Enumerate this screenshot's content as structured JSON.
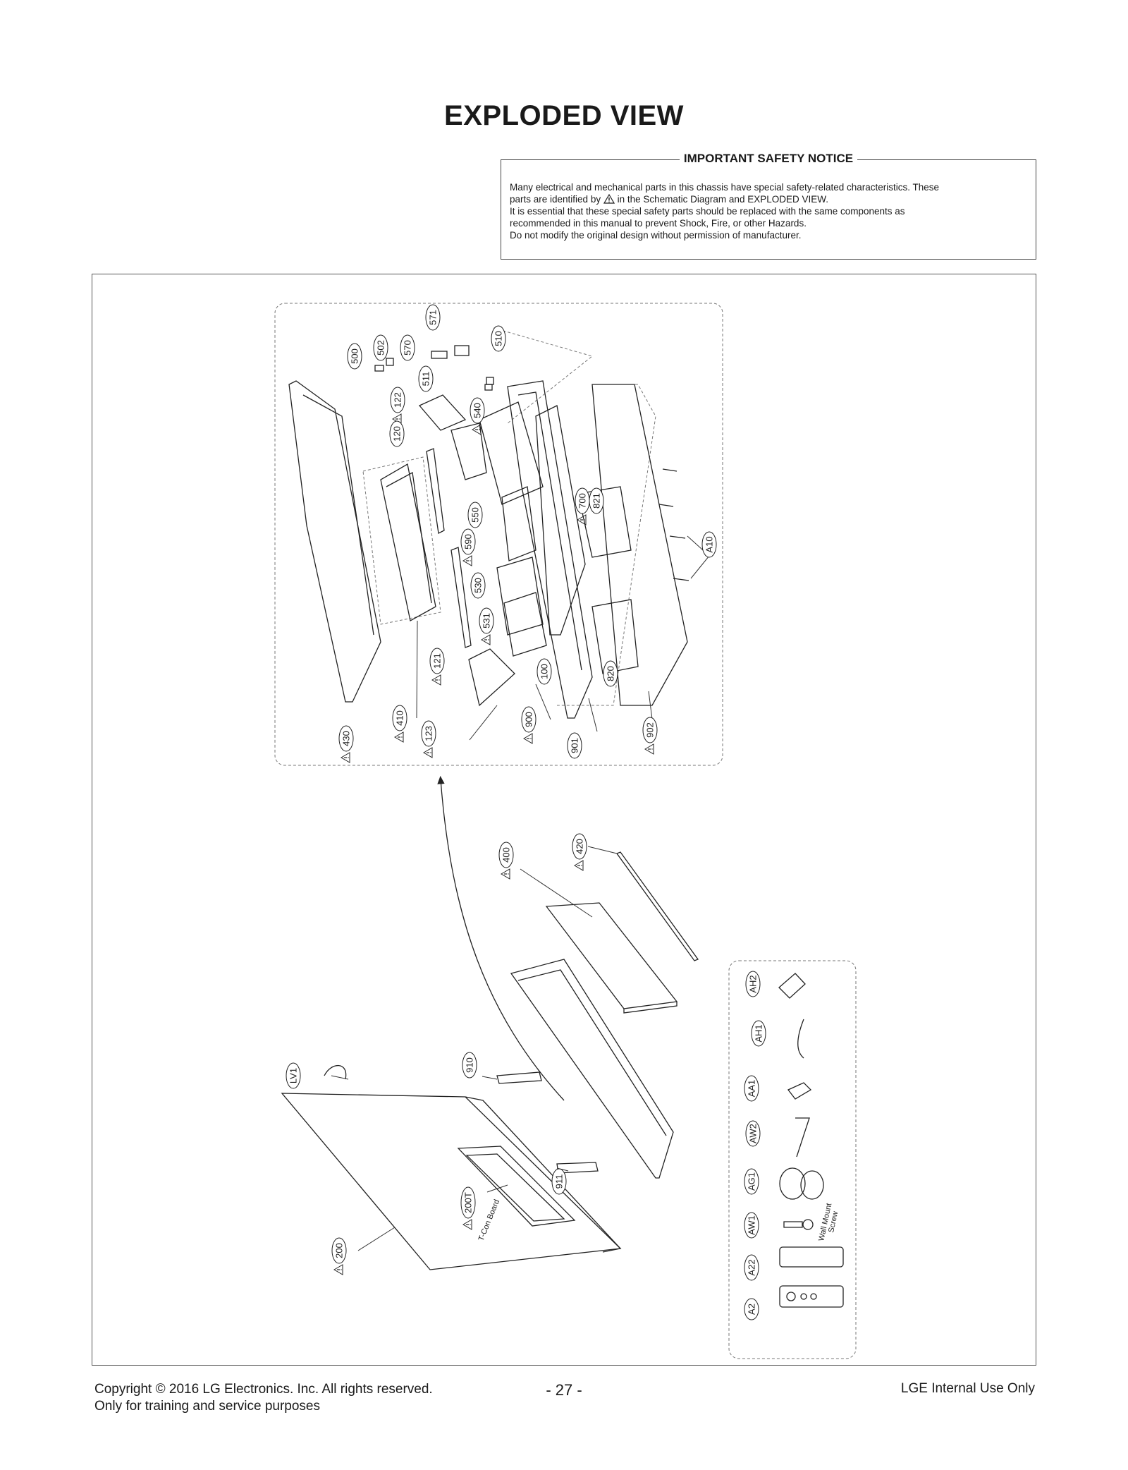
{
  "page": {
    "title": "EXPLODED VIEW",
    "notice": {
      "title": "IMPORTANT SAFETY NOTICE",
      "line1": "Many electrical and mechanical parts in this chassis have special safety-related characteristics. These",
      "line2_before": "parts are identified by",
      "line2_after": "in the Schematic Diagram and EXPLODED VIEW.",
      "line3": "It is essential that these special safety parts should be replaced with the same components as",
      "line4": "recommended in this manual to prevent Shock, Fire, or other Hazards.",
      "line5": "Do not modify the original design without permission of manufacturer."
    },
    "footer": {
      "copyright": "Copyright  © 2016 LG Electronics. Inc. All rights reserved.",
      "training": "Only for training and service purposes",
      "page_number": "- 27 -",
      "internal": "LGE Internal Use Only"
    }
  },
  "diagram": {
    "warning_icon": "warning-triangle-icon",
    "inline_text": {
      "tcon": "T-Con Board",
      "wall_mount_1": "Wall Mount",
      "wall_mount_2": "Screw"
    },
    "labels": [
      {
        "id": "500",
        "warn": false
      },
      {
        "id": "502",
        "warn": false
      },
      {
        "id": "570",
        "warn": false
      },
      {
        "id": "571",
        "warn": false
      },
      {
        "id": "510",
        "warn": false
      },
      {
        "id": "511",
        "warn": false
      },
      {
        "id": "122",
        "warn": true
      },
      {
        "id": "540",
        "warn": true
      },
      {
        "id": "120",
        "warn": false
      },
      {
        "id": "550",
        "warn": false
      },
      {
        "id": "700",
        "warn": true
      },
      {
        "id": "821",
        "warn": false
      },
      {
        "id": "590",
        "warn": true
      },
      {
        "id": "A10",
        "warn": false
      },
      {
        "id": "530",
        "warn": false
      },
      {
        "id": "531",
        "warn": true
      },
      {
        "id": "121",
        "warn": true
      },
      {
        "id": "100",
        "warn": false
      },
      {
        "id": "820",
        "warn": false
      },
      {
        "id": "430",
        "warn": true
      },
      {
        "id": "410",
        "warn": true
      },
      {
        "id": "123",
        "warn": true
      },
      {
        "id": "900",
        "warn": true
      },
      {
        "id": "901",
        "warn": false
      },
      {
        "id": "902",
        "warn": true
      },
      {
        "id": "400",
        "warn": true
      },
      {
        "id": "420",
        "warn": true
      },
      {
        "id": "LV1",
        "warn": false
      },
      {
        "id": "910",
        "warn": false
      },
      {
        "id": "911",
        "warn": false
      },
      {
        "id": "200T",
        "warn": true
      },
      {
        "id": "200",
        "warn": true
      },
      {
        "id": "AH2",
        "warn": false
      },
      {
        "id": "AH1",
        "warn": false
      },
      {
        "id": "AA1",
        "warn": false
      },
      {
        "id": "AW2",
        "warn": false
      },
      {
        "id": "AG1",
        "warn": false
      },
      {
        "id": "AW1",
        "warn": false
      },
      {
        "id": "A22",
        "warn": false
      },
      {
        "id": "A2",
        "warn": false
      }
    ]
  }
}
